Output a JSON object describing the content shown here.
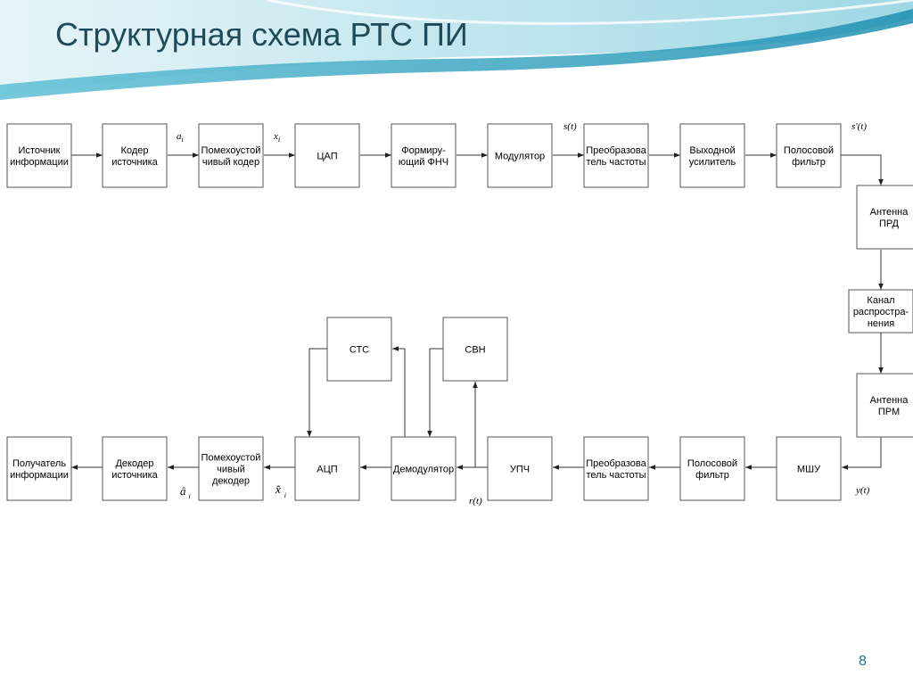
{
  "slide": {
    "title": "Структурная схема РТС ПИ",
    "page_number": "8"
  },
  "blocks": {
    "src": {
      "lines": [
        "Источник",
        "информации"
      ]
    },
    "enc_src": {
      "lines": [
        "Кодер",
        "источника"
      ]
    },
    "enc_ch": {
      "lines": [
        "Помехоустой",
        "чивый кодер"
      ]
    },
    "dac": {
      "lines": [
        "ЦАП"
      ]
    },
    "lpf": {
      "lines": [
        "Формиру-",
        "ющий ФНЧ"
      ]
    },
    "mod": {
      "lines": [
        "Модулятор"
      ]
    },
    "fconv_tx": {
      "lines": [
        "Преобразова",
        "тель частоты"
      ]
    },
    "pa": {
      "lines": [
        "Выходной",
        "усилитель"
      ]
    },
    "bpf_tx": {
      "lines": [
        "Полосовой",
        "фильтр"
      ]
    },
    "ant_tx": {
      "lines": [
        "Антенна",
        "ПРД"
      ]
    },
    "channel": {
      "lines": [
        "Канал",
        "распростра-",
        "нения"
      ]
    },
    "ant_rx": {
      "lines": [
        "Антенна",
        "ПРМ"
      ]
    },
    "lna": {
      "lines": [
        "МШУ"
      ]
    },
    "bpf_rx": {
      "lines": [
        "Полосовой",
        "фильтр"
      ]
    },
    "fconv_rx": {
      "lines": [
        "Преобразова",
        "тель частоты"
      ]
    },
    "ifa": {
      "lines": [
        "УПЧ"
      ]
    },
    "demod": {
      "lines": [
        "Демодулятор"
      ]
    },
    "adc": {
      "lines": [
        "АЦП"
      ]
    },
    "dec_ch": {
      "lines": [
        "Помехоустой",
        "чивый",
        "декодер"
      ]
    },
    "dec_src": {
      "lines": [
        "Декодер",
        "источника"
      ]
    },
    "sink": {
      "lines": [
        "Получатель",
        "информации"
      ]
    },
    "sts": {
      "lines": [
        "СТС"
      ]
    },
    "svn": {
      "lines": [
        "СВН"
      ]
    }
  },
  "signals": {
    "a_i": {
      "main": "a",
      "sub": "i"
    },
    "x_i": {
      "main": "x",
      "sub": "i"
    },
    "s_t": {
      "main": "s(t)"
    },
    "s1_t": {
      "main": "s'(t)"
    },
    "y_t": {
      "main": "y(t)"
    },
    "r_t": {
      "main": "r(t)"
    },
    "ahat_i": {
      "main": "â",
      "sub": "i"
    },
    "xhat_i": {
      "main": "x̂",
      "sub": "i"
    }
  },
  "colors": {
    "title": "#1f4a5a",
    "wave_dark": "#2a9bb8",
    "wave_light": "#bfe6ee"
  }
}
